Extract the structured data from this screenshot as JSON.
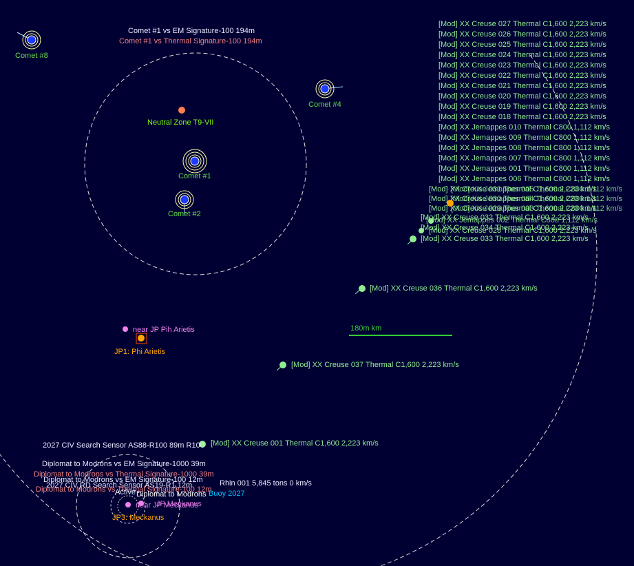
{
  "colors": {
    "background": "#000033",
    "fleet": "#90ee90",
    "body_label": "#7cfc00",
    "comet_label": "#66dd44",
    "jump_point": "#ffa500",
    "em_signature": "#e8e8ff",
    "thermal_signature": "#f08080",
    "waypoint": "#ee82ee",
    "scale_bar": "#32cd32",
    "buoy": "#00bfff",
    "range_circle": "#dcdcdc"
  },
  "comets": {
    "c8": "Comet #8",
    "c4": "Comet #4",
    "c1": "Comet #1",
    "c2": "Comet #2"
  },
  "bodies": {
    "neutral_zone": "Neutral Zone T9-VII"
  },
  "contacts": {
    "comet1_em": "Comet #1 vs EM Signature-100   194m",
    "comet1_thermal": "Comet #1 vs Thermal Signature-100   194m"
  },
  "fleet_list": [
    "[Mod]  XX Creuse 027   Thermal C1,600   2,223 km/s",
    "[Mod]  XX Creuse 026   Thermal C1,600   2,223 km/s",
    "[Mod]  XX Creuse 025   Thermal C1,600   2,223 km/s",
    "[Mod]  XX Creuse 024   Thermal C1,600   2,223 km/s",
    "[Mod]  XX Creuse 023   Thermal C1,600   2,223 km/s",
    "[Mod]  XX Creuse 022   Thermal C1,600   2,223 km/s",
    "[Mod]  XX Creuse 021   Thermal C1,600   2,223 km/s",
    "[Mod]  XX Creuse 020   Thermal C1,600   2,223 km/s",
    "[Mod]  XX Creuse 019   Thermal C1,600   2,223 km/s",
    "[Mod]  XX Creuse 018   Thermal C1,600   2,223 km/s",
    "[Mod]  XX Jemappes 010   Thermal C800   1,112 km/s",
    "[Mod]  XX Jemappes 009   Thermal C800   1,112 km/s",
    "[Mod]  XX Jemappes 008   Thermal C800   1,112 km/s",
    "[Mod]  XX Jemappes 007   Thermal C800   1,112 km/s",
    "[Mod]  XX Jemappes 001   Thermal C800   1,112 km/s",
    "[Mod]  XX Jemappes 006   Thermal C800   1,112 km/s"
  ],
  "fleet_overlap": [
    "[Mod]  XX Creuse 031   Thermal C1,600   2,223 km/s",
    "[Mod]  XX Jemappes 005   Thermal C800   1,112 km/s",
    "[Mod]  XX Creuse 030   Thermal C1,600   2,223 km/s",
    "[Mod]  XX Jemappes 004   Thermal C800   1,112 km/s",
    "[Mod]  XX Creuse 029   Thermal C1,600   2,223 km/s",
    "[Mod]  XX Jemappes 003   Thermal C800   1,112 km/s",
    "[Mod]  XX Creuse 032   Thermal C1,600   2,223 km/s",
    "[Mod]  XX Jemappes 002   Thermal C800   1,112 km/s",
    "[Mod]  XX Creuse 034   Thermal C1,600   2,223 km/s",
    "[Mod]  XX Creuse 028   Thermal C1,600   2,223 km/s",
    "[Mod]  XX Creuse 033   Thermal C1,600   2,223 km/s"
  ],
  "fleets": {
    "f036": "[Mod]  XX Creuse 036   Thermal C1,600   2,223 km/s",
    "f037": "[Mod]  XX Creuse 037   Thermal C1,600   2,223 km/s",
    "f001": "[Mod]  XX Creuse 001   Thermal C1,600   2,223 km/s"
  },
  "scale": "180m km",
  "waypoints": {
    "near_jp": "near JP Pih Arietis"
  },
  "jump_points": {
    "jp1": "JP1: Phi Arietis",
    "jp3": "JP3: Meckanus"
  },
  "bottom_cluster": {
    "civ_sensor": "2027 CIV Search Sensor AS88-R100  89m  R100",
    "diplomat_em": "Diplomat to Modrons vs EM Signature-1000   39m",
    "diplomat_thermal": "Diplomat to Modrons vs Thermal Signature-1000   39m",
    "diplomat_em2": "Diplomat to Modrons vs EM Signature-100   12m",
    "civ_rd": "2027 CIV RD Search Sensor AS19-R1   12m",
    "thermal_short": "Diplomat to Modrons vs Thermal Signature-100   12m",
    "rhin": "Rhin 001   5,845 tons    0 km/s",
    "active": "Active",
    "diplomat": "Diplomat to Modrons",
    "buoy": "Buoy 2027",
    "near_meckanus": "near JP Meckanus",
    "meckanus": "JP Meckanus"
  }
}
